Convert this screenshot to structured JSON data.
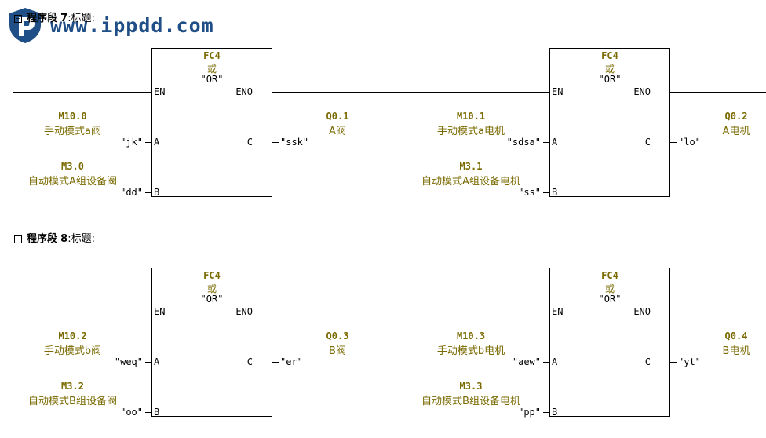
{
  "watermark": {
    "text": "www.ippdd.com"
  },
  "networks": [
    {
      "header": {
        "prefix": "程序段",
        "number": "7",
        "suffix": ":标题:"
      },
      "blocks": [
        {
          "name": "FC4",
          "cn": "或",
          "symbol": "\"OR\"",
          "pins": {
            "en": "EN",
            "eno": "ENO",
            "a": "A",
            "b": "B",
            "c": "C"
          },
          "in_a": {
            "addr": "M10.0",
            "comment": "手动模式a阀",
            "symbol": "\"jk\""
          },
          "in_b": {
            "addr": "M3.0",
            "comment": "自动模式A组设备阀",
            "symbol": "\"dd\""
          },
          "out_c": {
            "addr": "Q0.1",
            "comment": "A阀",
            "symbol": "\"ssk\""
          }
        },
        {
          "name": "FC4",
          "cn": "或",
          "symbol": "\"OR\"",
          "pins": {
            "en": "EN",
            "eno": "ENO",
            "a": "A",
            "b": "B",
            "c": "C"
          },
          "in_a": {
            "addr": "M10.1",
            "comment": "手动模式a电机",
            "symbol": "\"sdsa\""
          },
          "in_b": {
            "addr": "M3.1",
            "comment": "自动模式A组设备电机",
            "symbol": "\"ss\""
          },
          "out_c": {
            "addr": "Q0.2",
            "comment": "A电机",
            "symbol": "\"lo\""
          }
        }
      ]
    },
    {
      "header": {
        "prefix": "程序段",
        "number": "8",
        "suffix": ":标题:"
      },
      "blocks": [
        {
          "name": "FC4",
          "cn": "或",
          "symbol": "\"OR\"",
          "pins": {
            "en": "EN",
            "eno": "ENO",
            "a": "A",
            "b": "B",
            "c": "C"
          },
          "in_a": {
            "addr": "M10.2",
            "comment": "手动模式b阀",
            "symbol": "\"weq\""
          },
          "in_b": {
            "addr": "M3.2",
            "comment": "自动模式B组设备阀",
            "symbol": "\"oo\""
          },
          "out_c": {
            "addr": "Q0.3",
            "comment": "B阀",
            "symbol": "\"er\""
          }
        },
        {
          "name": "FC4",
          "cn": "或",
          "symbol": "\"OR\"",
          "pins": {
            "en": "EN",
            "eno": "ENO",
            "a": "A",
            "b": "B",
            "c": "C"
          },
          "in_a": {
            "addr": "M10.3",
            "comment": "手动模式b电机",
            "symbol": "\"aew\""
          },
          "in_b": {
            "addr": "M3.3",
            "comment": "自动模式B组设备电机",
            "symbol": "\"pp\""
          },
          "out_c": {
            "addr": "Q0.4",
            "comment": "B电机",
            "symbol": "\"yt\""
          }
        }
      ]
    }
  ]
}
